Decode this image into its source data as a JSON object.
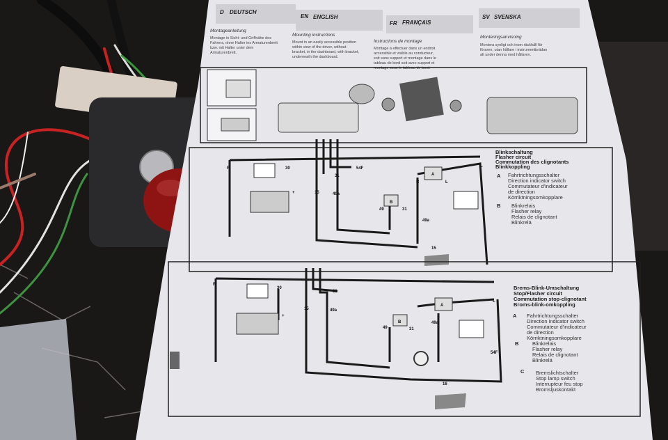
{
  "colors": {
    "background": "#1a1717",
    "paper": "#e6e6eb",
    "knob": "#8e1414",
    "switch_housing": "#2a2a2c"
  },
  "sheet": {
    "columns": [
      {
        "badge": "D",
        "language": "DEUTSCH",
        "subtitle": "Montageanleitung",
        "text": [
          "Montage in Sicht- und Griffnähe des",
          "Fahrers, ohne Halter ins Armaturenbrett",
          "bzw. mit Halter unter dem",
          "Armaturenbrett."
        ]
      },
      {
        "badge": "EN",
        "language": "ENGLISH",
        "subtitle": "Mounting instructions",
        "text": [
          "Mount in an easily accessible position",
          "within view of the driver, without",
          "bracket, in the dashboard, with bracket,",
          "underneath the dashboard."
        ]
      },
      {
        "badge": "FR",
        "language": "FRANÇAIS",
        "subtitle": "Instructions de montage",
        "text": [
          "Montage à effectuer dans un endroit",
          "accessible et visible au conducteur,",
          "soit sans support et montage dans le",
          "tableau de bord soit avec support et",
          "montage sous le tableau de bord."
        ]
      },
      {
        "badge": "SV",
        "language": "SVENSKA",
        "subtitle": "Monteringsanvisning",
        "text": [
          "Montera synligt och inom räckhåll för",
          "föraren, utan hållare i instrumentbrädan",
          "alt under denna med hållaren."
        ]
      }
    ],
    "diagram1": {
      "title": [
        "Blinkschaltung",
        "Flasher circuit",
        "Commutation des clignotants",
        "Blinkkoppling"
      ],
      "legend": [
        {
          "key": "A",
          "lines": [
            "Fahrtrichtungsschalter",
            "Direction indicator switch",
            "Commutateur d'indicateur",
            "de direction",
            "Körriktningsomkopplare"
          ]
        },
        {
          "key": "B",
          "lines": [
            "Blinkrelais",
            "Flasher relay",
            "Relais de clignotant",
            "Blinkrelä"
          ]
        }
      ],
      "labels": [
        "30",
        "31",
        "54F",
        "15",
        "49a",
        "49",
        "31",
        "49a",
        "R",
        "L",
        "R",
        "L",
        "15",
        "A",
        "B",
        "+"
      ]
    },
    "diagram2": {
      "title": [
        "Brems-Blink-Umschaltung",
        "Stop/Flasher circuit",
        "Commutation stop-clignotant",
        "Broms-blink-omkoppling"
      ],
      "legend": [
        {
          "key": "A",
          "lines": [
            "Fahrtrichtungsschalter",
            "Direction indicator switch",
            "Commutateur d'indicateur",
            "de direction",
            "Körriktningsomkopplare"
          ]
        },
        {
          "key": "B",
          "lines": [
            "Blinkrelais",
            "Flasher relay",
            "Relais de clignotant",
            "Blinkrelä"
          ]
        },
        {
          "key": "C",
          "lines": [
            "Bremslichtschalter",
            "Stop lamp switch",
            "Interrupteur feu stop",
            "Bromsljuskontakt"
          ]
        }
      ],
      "labels": [
        "30",
        "31",
        "15",
        "49a",
        "49",
        "31",
        "49a",
        "R",
        "L",
        "54F",
        "16",
        "A",
        "B",
        "+"
      ]
    }
  }
}
